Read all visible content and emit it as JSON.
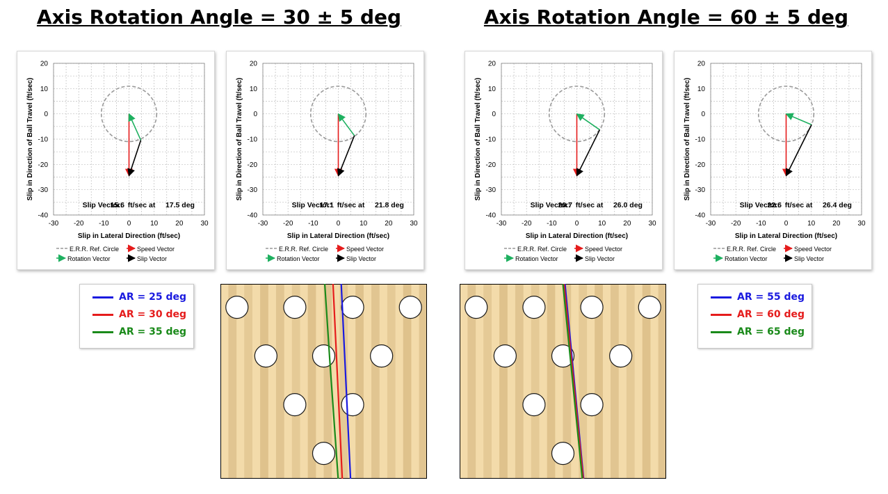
{
  "headings": {
    "left": "Axis Rotation Angle = 30 ± 5 deg",
    "right": "Axis Rotation Angle = 60 ± 5 deg"
  },
  "colors": {
    "blue": "#1a1adf",
    "red": "#e51c1c",
    "green": "#1a8a1a",
    "speed_vector": "#e51c1c",
    "rotation_vector": "#1eb060",
    "slip_vector": "#000000",
    "err_circle": "#999999",
    "lane_light": "#f3dbaa",
    "lane_dark": "#d9bb85"
  },
  "legend_groups": [
    {
      "items": [
        {
          "label": "AR = 25 deg",
          "color": "#1a1adf"
        },
        {
          "label": "AR = 30 deg",
          "color": "#e51c1c"
        },
        {
          "label": "AR = 35 deg",
          "color": "#1a8a1a"
        }
      ]
    },
    {
      "items": [
        {
          "label": "AR = 55 deg",
          "color": "#1a1adf"
        },
        {
          "label": "AR = 60 deg",
          "color": "#e51c1c"
        },
        {
          "label": "AR = 65 deg",
          "color": "#1a8a1a"
        }
      ]
    }
  ],
  "chart_data": [
    {
      "type": "scatter",
      "xlabel": "Slip in Lateral Direction (ft/sec)",
      "ylabel": "Slip in Direction of Ball Travel (ft/sec)",
      "xlim": [
        -30,
        30
      ],
      "ylim": [
        -40,
        20
      ],
      "xticks": [
        -30,
        -20,
        -10,
        0,
        10,
        20,
        30
      ],
      "yticks": [
        20,
        10,
        0,
        -10,
        -20,
        -30,
        -40
      ],
      "grid": true,
      "annotation": {
        "prefix": "Slip Vector:",
        "magnitude": "15.6",
        "middle": "ft/sec at",
        "angle": "17.5 deg"
      },
      "err_circle_radius": 11,
      "vectors": {
        "speed": [
          0,
          -24.5
        ],
        "slip_end": [
          4.7,
          -10.4
        ]
      },
      "legend": [
        "E.R.R. Ref. Circle",
        "Speed Vector",
        "Rotation Vector",
        "Slip Vector"
      ]
    },
    {
      "type": "scatter",
      "xlabel": "Slip in Lateral Direction (ft/sec)",
      "ylabel": "Slip in Direction of Ball Travel (ft/sec)",
      "xlim": [
        -30,
        30
      ],
      "ylim": [
        -40,
        20
      ],
      "xticks": [
        -30,
        -20,
        -10,
        0,
        10,
        20,
        30
      ],
      "yticks": [
        20,
        10,
        0,
        -10,
        -20,
        -30,
        -40
      ],
      "grid": true,
      "annotation": {
        "prefix": "Slip Vector:",
        "magnitude": "17.1",
        "middle": "ft/sec at",
        "angle": "21.8 deg"
      },
      "err_circle_radius": 11,
      "vectors": {
        "speed": [
          0,
          -24.5
        ],
        "slip_end": [
          6.4,
          -8.6
        ]
      },
      "legend": [
        "E.R.R. Ref. Circle",
        "Speed Vector",
        "Rotation Vector",
        "Slip Vector"
      ]
    },
    {
      "type": "scatter",
      "xlabel": "Slip in Lateral Direction (ft/sec)",
      "ylabel": "Slip in Direction of Ball Travel (ft/sec)",
      "xlim": [
        -30,
        30
      ],
      "ylim": [
        -40,
        20
      ],
      "xticks": [
        -30,
        -20,
        -10,
        0,
        10,
        20,
        30
      ],
      "yticks": [
        20,
        10,
        0,
        -10,
        -20,
        -30,
        -40
      ],
      "grid": true,
      "annotation": {
        "prefix": "Slip Vector:",
        "magnitude": "20.7",
        "middle": "ft/sec at",
        "angle": "26.0 deg"
      },
      "err_circle_radius": 11,
      "vectors": {
        "speed": [
          0,
          -24.5
        ],
        "slip_end": [
          9.1,
          -6.3
        ]
      },
      "legend": [
        "E.R.R. Ref. Circle",
        "Speed Vector",
        "Rotation Vector",
        "Slip Vector"
      ]
    },
    {
      "type": "scatter",
      "xlabel": "Slip in Lateral Direction (ft/sec)",
      "ylabel": "Slip in Direction of Ball Travel (ft/sec)",
      "xlim": [
        -30,
        30
      ],
      "ylim": [
        -40,
        20
      ],
      "xticks": [
        -30,
        -20,
        -10,
        0,
        10,
        20,
        30
      ],
      "yticks": [
        20,
        10,
        0,
        -10,
        -20,
        -30,
        -40
      ],
      "grid": true,
      "annotation": {
        "prefix": "Slip Vector:",
        "magnitude": "22.6",
        "middle": "ft/sec at",
        "angle": "26.4 deg"
      },
      "err_circle_radius": 11,
      "vectors": {
        "speed": [
          0,
          -24.5
        ],
        "slip_end": [
          10.1,
          -4.3
        ]
      },
      "legend": [
        "E.R.R. Ref. Circle",
        "Speed Vector",
        "Rotation Vector",
        "Slip Vector"
      ]
    }
  ],
  "lanes": [
    {
      "pins": [
        [
          0.08,
          0.12
        ],
        [
          0.36,
          0.12
        ],
        [
          0.64,
          0.12
        ],
        [
          0.92,
          0.12
        ],
        [
          0.22,
          0.37
        ],
        [
          0.5,
          0.37
        ],
        [
          0.78,
          0.37
        ],
        [
          0.36,
          0.62
        ],
        [
          0.64,
          0.62
        ],
        [
          0.5,
          0.87
        ]
      ],
      "paths": [
        {
          "color": "#1a1adf",
          "points": [
            [
              0.585,
              0
            ],
            [
              0.63,
              1
            ]
          ]
        },
        {
          "color": "#e51c1c",
          "points": [
            [
              0.545,
              0
            ],
            [
              0.59,
              1
            ]
          ]
        },
        {
          "color": "#1a8a1a",
          "points": [
            [
              0.505,
              0
            ],
            [
              0.53,
              0.4
            ],
            [
              0.57,
              1
            ]
          ]
        }
      ]
    },
    {
      "pins": [
        [
          0.08,
          0.12
        ],
        [
          0.36,
          0.12
        ],
        [
          0.64,
          0.12
        ],
        [
          0.92,
          0.12
        ],
        [
          0.22,
          0.37
        ],
        [
          0.5,
          0.37
        ],
        [
          0.78,
          0.37
        ],
        [
          0.36,
          0.62
        ],
        [
          0.64,
          0.62
        ],
        [
          0.5,
          0.87
        ]
      ],
      "paths": [
        {
          "color": "#1a1adf",
          "points": [
            [
              0.51,
              0
            ],
            [
              0.6,
              1
            ]
          ]
        },
        {
          "color": "#e51c1c",
          "points": [
            [
              0.505,
              0
            ],
            [
              0.598,
              1
            ]
          ]
        },
        {
          "color": "#1a8a1a",
          "points": [
            [
              0.5,
              0
            ],
            [
              0.594,
              1
            ]
          ]
        }
      ]
    }
  ]
}
